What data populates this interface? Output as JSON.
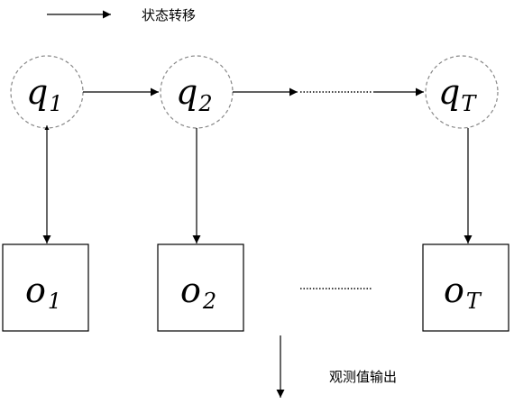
{
  "legend": {
    "transition_label": "状态转移",
    "output_label": "观测值输出"
  },
  "states": [
    {
      "symbol": "q",
      "subscript": "1"
    },
    {
      "symbol": "q",
      "subscript": "2"
    },
    {
      "symbol": "q",
      "subscript": "T"
    }
  ],
  "observations": [
    {
      "symbol": "o",
      "subscript": "1"
    },
    {
      "symbol": "o",
      "subscript": "2"
    },
    {
      "symbol": "o",
      "subscript": "T"
    }
  ]
}
